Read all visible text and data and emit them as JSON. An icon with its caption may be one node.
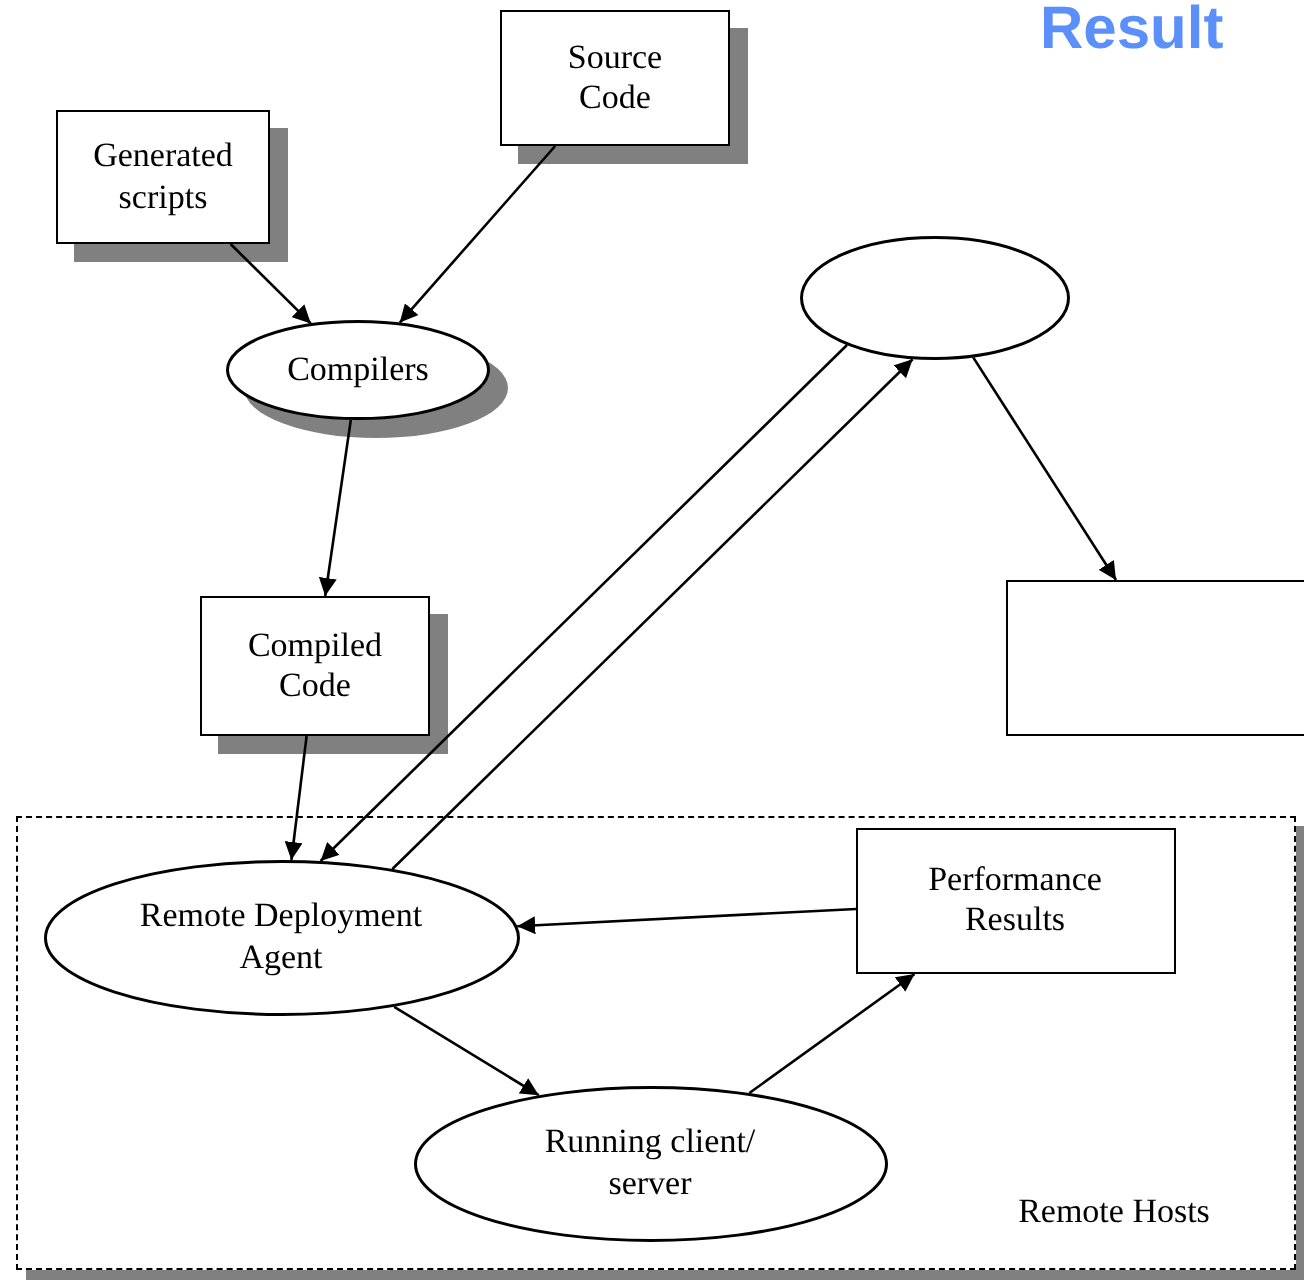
{
  "diagram": {
    "title": "Result",
    "nodes": [
      {
        "text": [
          "Source Code"
        ]
      },
      {
        "text": [
          "Generated scripts"
        ]
      },
      {
        "text": [
          "Compilers"
        ]
      },
      {
        "text": [],
        "shape": "ellipse"
      },
      {
        "text": [
          "Compiled Code"
        ]
      },
      {
        "text": [],
        "shape": "box"
      },
      {
        "text": [
          "Remote Hosts"
        ]
      },
      {
        "text": [
          "Remote Deployment Agent"
        ],
        "in": 6
      },
      {
        "text": [
          "Performance Results"
        ],
        "in": 6
      },
      {
        "text": [
          "Running client/ server"
        ],
        "in": 6
      }
    ],
    "edges": [
      {
        "from": 1,
        "to": 2,
        "arrow": "to"
      },
      {
        "from": 0,
        "to": 2,
        "arrow": "to"
      },
      {
        "from": 2,
        "to": 4,
        "arrow": "to"
      },
      {
        "from": 4,
        "to": 7,
        "arrow": "to"
      },
      {
        "from": 3,
        "to": 7,
        "arrow": "to"
      },
      {
        "from": 7,
        "to": 3,
        "arrow": "to"
      },
      {
        "from": 3,
        "to": 5,
        "arrow": "to"
      },
      {
        "from": 8,
        "to": 7,
        "arrow": "to"
      },
      {
        "from": 7,
        "to": 9,
        "arrow": "to"
      },
      {
        "from": 9,
        "to": 8,
        "arrow": "to"
      }
    ]
  }
}
